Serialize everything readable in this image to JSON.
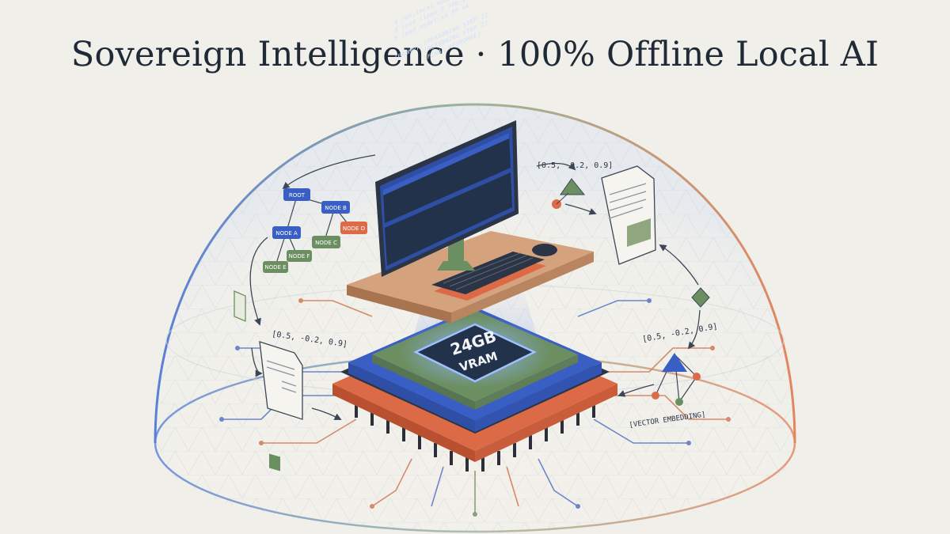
{
  "title": "Sovereign Intelligence · 100% Offline Local AI",
  "terminal": {
    "line1": "$ /dk.local_model.sh",
    "line2": "$ load_llama_3_70b_instruct.q4",
    "line3": "$ load_model.sh FP ok",
    "prompt": "[PROMPT]",
    "step1": "[REASONING STEP 1]",
    "step2": "[REASONING STEP 2]",
    "step3": "[FINAL RESPONSE]"
  },
  "chip": {
    "line1": "24GB",
    "line2": "VRAM"
  },
  "tree": {
    "root": "ROOT",
    "node_a": "NODE A",
    "node_b": "NODE B",
    "node_c": "NODE C",
    "node_d": "NODE D",
    "leaf_1": "NODE E",
    "leaf_2": "NODE F"
  },
  "vectors": {
    "top_right": "[0.5, -0.2, 0.9]",
    "left": "[0.5, -0.2, 0.9]",
    "bottom_right": "[0.5, -0.2, 0.9]",
    "embedding_label": "[VECTOR EMBEDDING]"
  },
  "colors": {
    "navy": "#22324a",
    "blue": "#3a5fc4",
    "green": "#6c8f62",
    "orange": "#dd6a46",
    "wood": "#d4a27c"
  }
}
